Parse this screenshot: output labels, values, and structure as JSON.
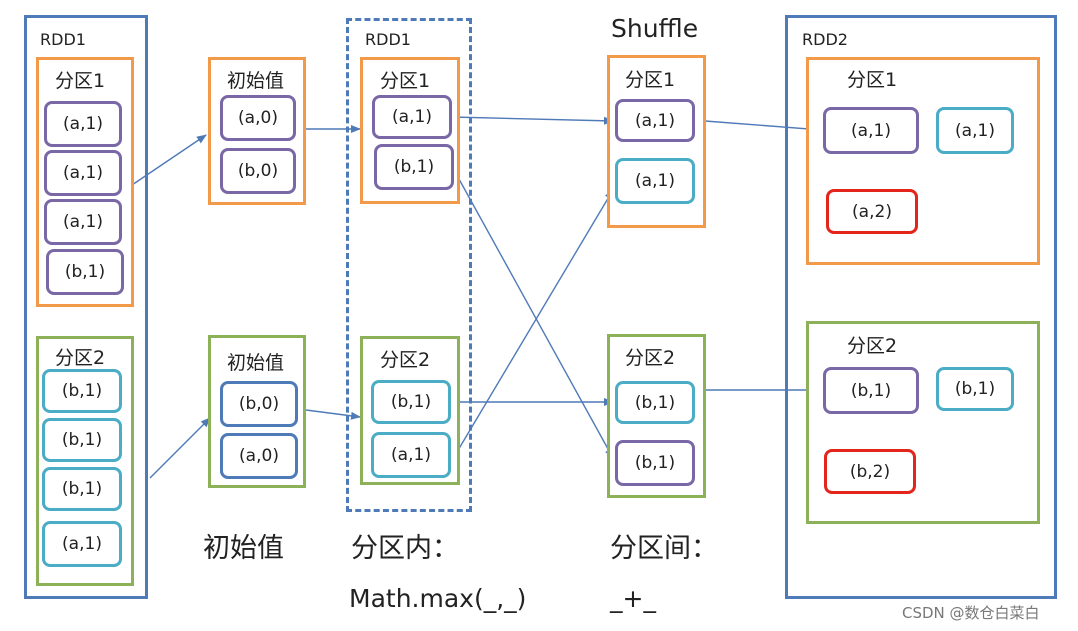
{
  "rdd_left": {
    "label": "RDD1",
    "p1": {
      "label": "分区1",
      "items": [
        "(a,1)",
        "(a,1)",
        "(a,1)",
        "(b,1)"
      ]
    },
    "p2": {
      "label": "分区2",
      "items": [
        "(b,1)",
        "(b,1)",
        "(b,1)",
        "(a,1)"
      ]
    }
  },
  "init": {
    "top": {
      "label": "初始值",
      "items": [
        "(a,0)",
        "(b,0)"
      ]
    },
    "bottom": {
      "label": "初始值",
      "items": [
        "(b,0)",
        "(a,0)"
      ]
    }
  },
  "rdd_mid": {
    "label": "RDD1",
    "p1": {
      "label": "分区1",
      "items": [
        "(a,1)",
        "(b,1)"
      ]
    },
    "p2": {
      "label": "分区2",
      "items": [
        "(b,1)",
        "(a,1)"
      ]
    }
  },
  "shuffle": {
    "title": "Shuffle",
    "p1": {
      "label": "分区1",
      "items": [
        "(a,1)",
        "(a,1)"
      ]
    },
    "p2": {
      "label": "分区2",
      "items": [
        "(b,1)",
        "(b,1)"
      ]
    }
  },
  "rdd2": {
    "label": "RDD2",
    "p1": {
      "label": "分区1",
      "items": [
        "(a,1)",
        "(a,1)",
        "(a,2)"
      ]
    },
    "p2": {
      "label": "分区2",
      "items": [
        "(b,1)",
        "(b,1)",
        "(b,2)"
      ]
    }
  },
  "captions": {
    "init": "初始值",
    "within": "分区内：",
    "within_func": "Math.max(_,_)",
    "between": "分区间：",
    "between_func": "_+_"
  },
  "watermark": "CSDN @数仓白菜白",
  "colors": {
    "rdd_blue": "#4f7ab8",
    "orange": "#f39a4a",
    "green": "#8db158",
    "purple": "#7a68a6",
    "teal": "#4bacc6",
    "red": "#e3251b"
  }
}
